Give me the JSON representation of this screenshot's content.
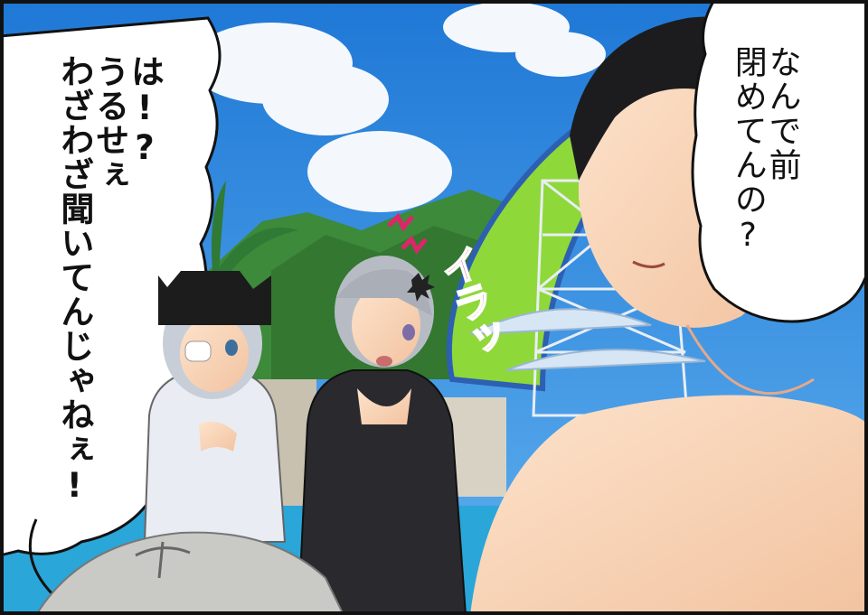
{
  "speech_left": {
    "lines": [
      "は!?",
      "うるせぇ",
      "わざわざ聞いてんじゃねぇ!"
    ]
  },
  "speech_right": {
    "lines": [
      "なんで前",
      "閉めてんの?"
    ]
  },
  "sfx": {
    "text": "イラッ"
  },
  "colors": {
    "sky": "#2f8ee0",
    "sfx": "#d0145a",
    "slide_green": "#8fd83a",
    "hoodie_dark": "#2a2a2e"
  }
}
